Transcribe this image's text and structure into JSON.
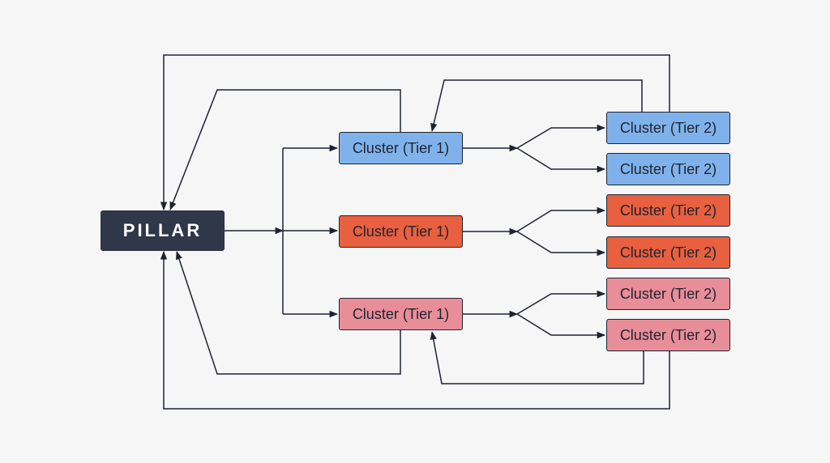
{
  "colors": {
    "background": "#f6f6f6",
    "pillar": "#2f3748",
    "blue": "#7fb2ea",
    "orange": "#e8603f",
    "pink": "#e88e99",
    "line": "#1f2330"
  },
  "pillar": {
    "label": "PILLAR"
  },
  "tier1": [
    {
      "label": "Cluster (Tier 1)",
      "color": "blue"
    },
    {
      "label": "Cluster (Tier 1)",
      "color": "orange"
    },
    {
      "label": "Cluster (Tier 1)",
      "color": "pink"
    }
  ],
  "tier2": [
    {
      "label": "Cluster (Tier 2)",
      "color": "blue"
    },
    {
      "label": "Cluster (Tier 2)",
      "color": "blue"
    },
    {
      "label": "Cluster (Tier 2)",
      "color": "orange"
    },
    {
      "label": "Cluster (Tier 2)",
      "color": "orange"
    },
    {
      "label": "Cluster (Tier 2)",
      "color": "pink"
    },
    {
      "label": "Cluster (Tier 2)",
      "color": "pink"
    }
  ]
}
